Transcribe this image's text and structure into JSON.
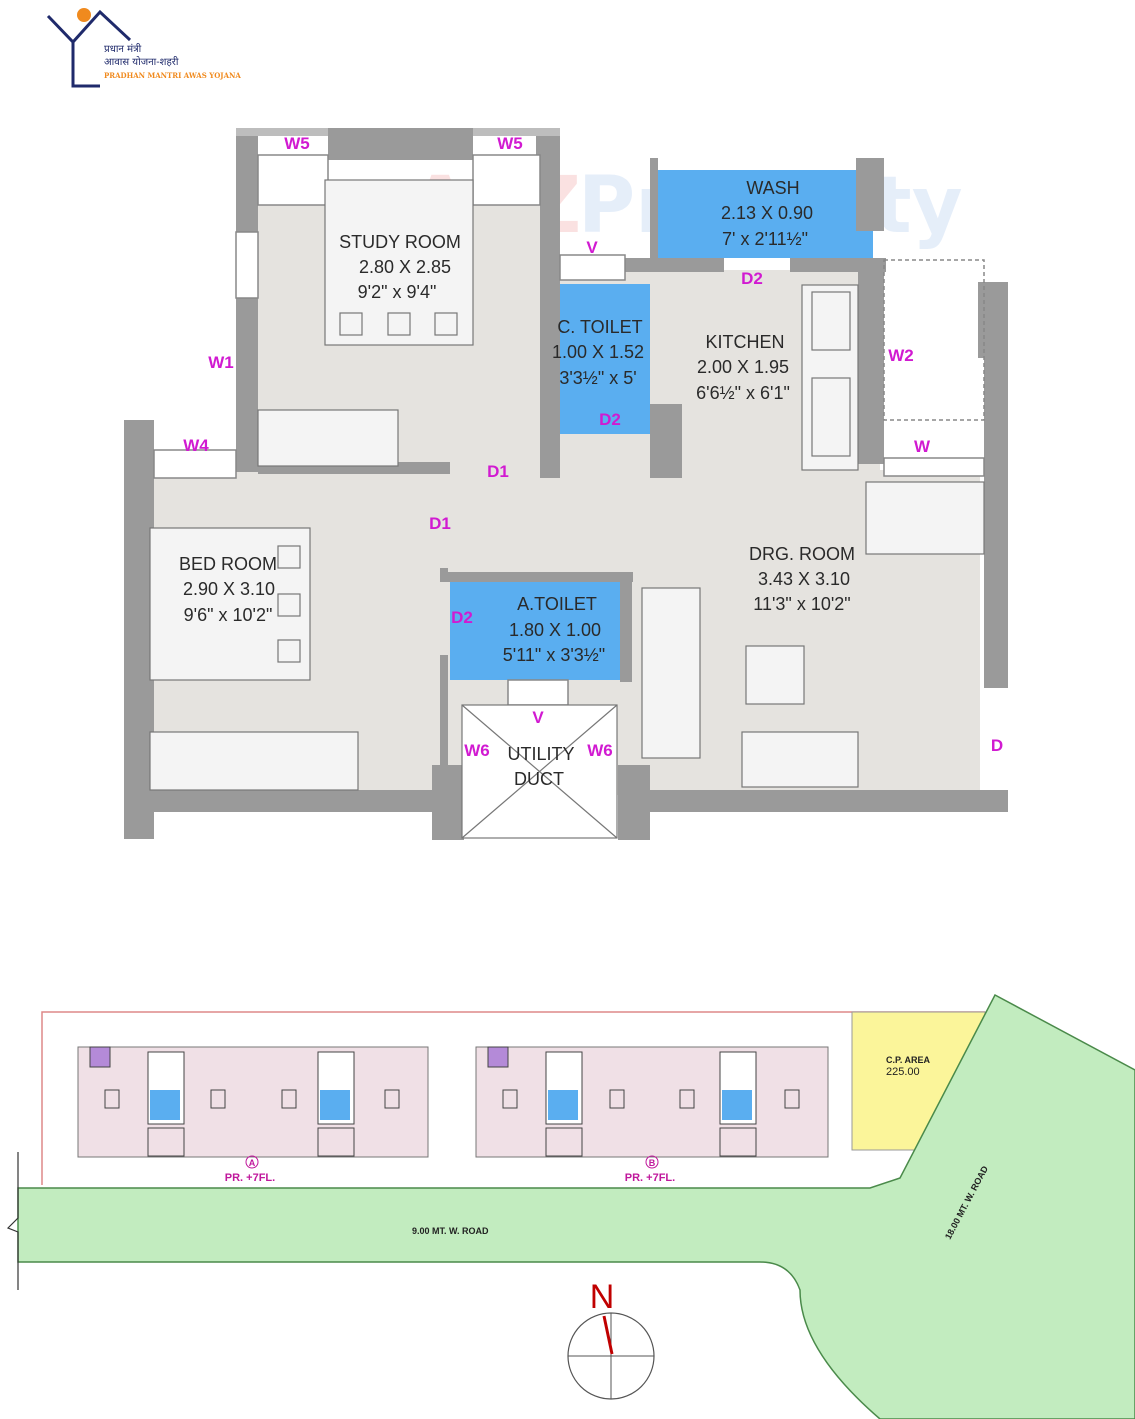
{
  "logo": {
    "line1": "प्रधान मंत्री",
    "line2": "आवास योजना-शहरी",
    "line3": "PRADHAN MANTRI AWAS YOJANA"
  },
  "watermark": {
    "part1": "A2Z",
    "part2": "Property"
  },
  "colors": {
    "wall": "#9a9a9a",
    "floor": "#e5e3df",
    "wet": "#5aaef0",
    "tag": "#d11ad1",
    "road": "#c2ecbf",
    "cp": "#fbf59a"
  },
  "rooms": {
    "study": {
      "name": "STUDY ROOM",
      "metric": "2.80 X 2.85",
      "imperial": "9'2\" x  9'4\""
    },
    "wash": {
      "name": "WASH",
      "metric": "2.13 X 0.90",
      "imperial": "7' x 2'11½\""
    },
    "ctoilet": {
      "name": "C. TOILET",
      "metric": "1.00 X 1.52",
      "imperial": "3'3½\" x 5'"
    },
    "kitchen": {
      "name": "KITCHEN",
      "metric": "2.00 X 1.95",
      "imperial": "6'6½\" x 6'1\""
    },
    "bed": {
      "name": "BED ROOM",
      "metric": "2.90 X 3.10",
      "imperial": "9'6\" x 10'2\""
    },
    "atoilet": {
      "name": "A.TOILET",
      "metric": "1.80 X 1.00",
      "imperial": "5'11\" x 3'3½\""
    },
    "drg": {
      "name": "DRG. ROOM",
      "metric": "3.43 X 3.10",
      "imperial": "11'3\" x 10'2\""
    },
    "utility": {
      "line1": "UTILITY",
      "line2": "DUCT"
    }
  },
  "tags": {
    "w5_left": "W5",
    "w5_right": "W5",
    "v_top": "V",
    "d2_kitchen": "D2",
    "w1": "W1",
    "w2": "W2",
    "d2_ctoilet": "D2",
    "w4": "W4",
    "w": "W",
    "d1_top": "D1",
    "d1_left": "D1",
    "d2_atoilet": "D2",
    "v_bottom": "V",
    "w6_left": "W6",
    "w6_right": "W6",
    "d": "D"
  },
  "site": {
    "cp_area_label": "C.P. AREA",
    "cp_area_value": "225.00",
    "building_a": "A",
    "building_b": "B",
    "building_a_floors": "PR. +7FL.",
    "building_b_floors": "PR. +7FL.",
    "road_main": "9.00 MT. W. ROAD",
    "road_side": "18.00 MT. W. ROAD",
    "north": "N"
  }
}
